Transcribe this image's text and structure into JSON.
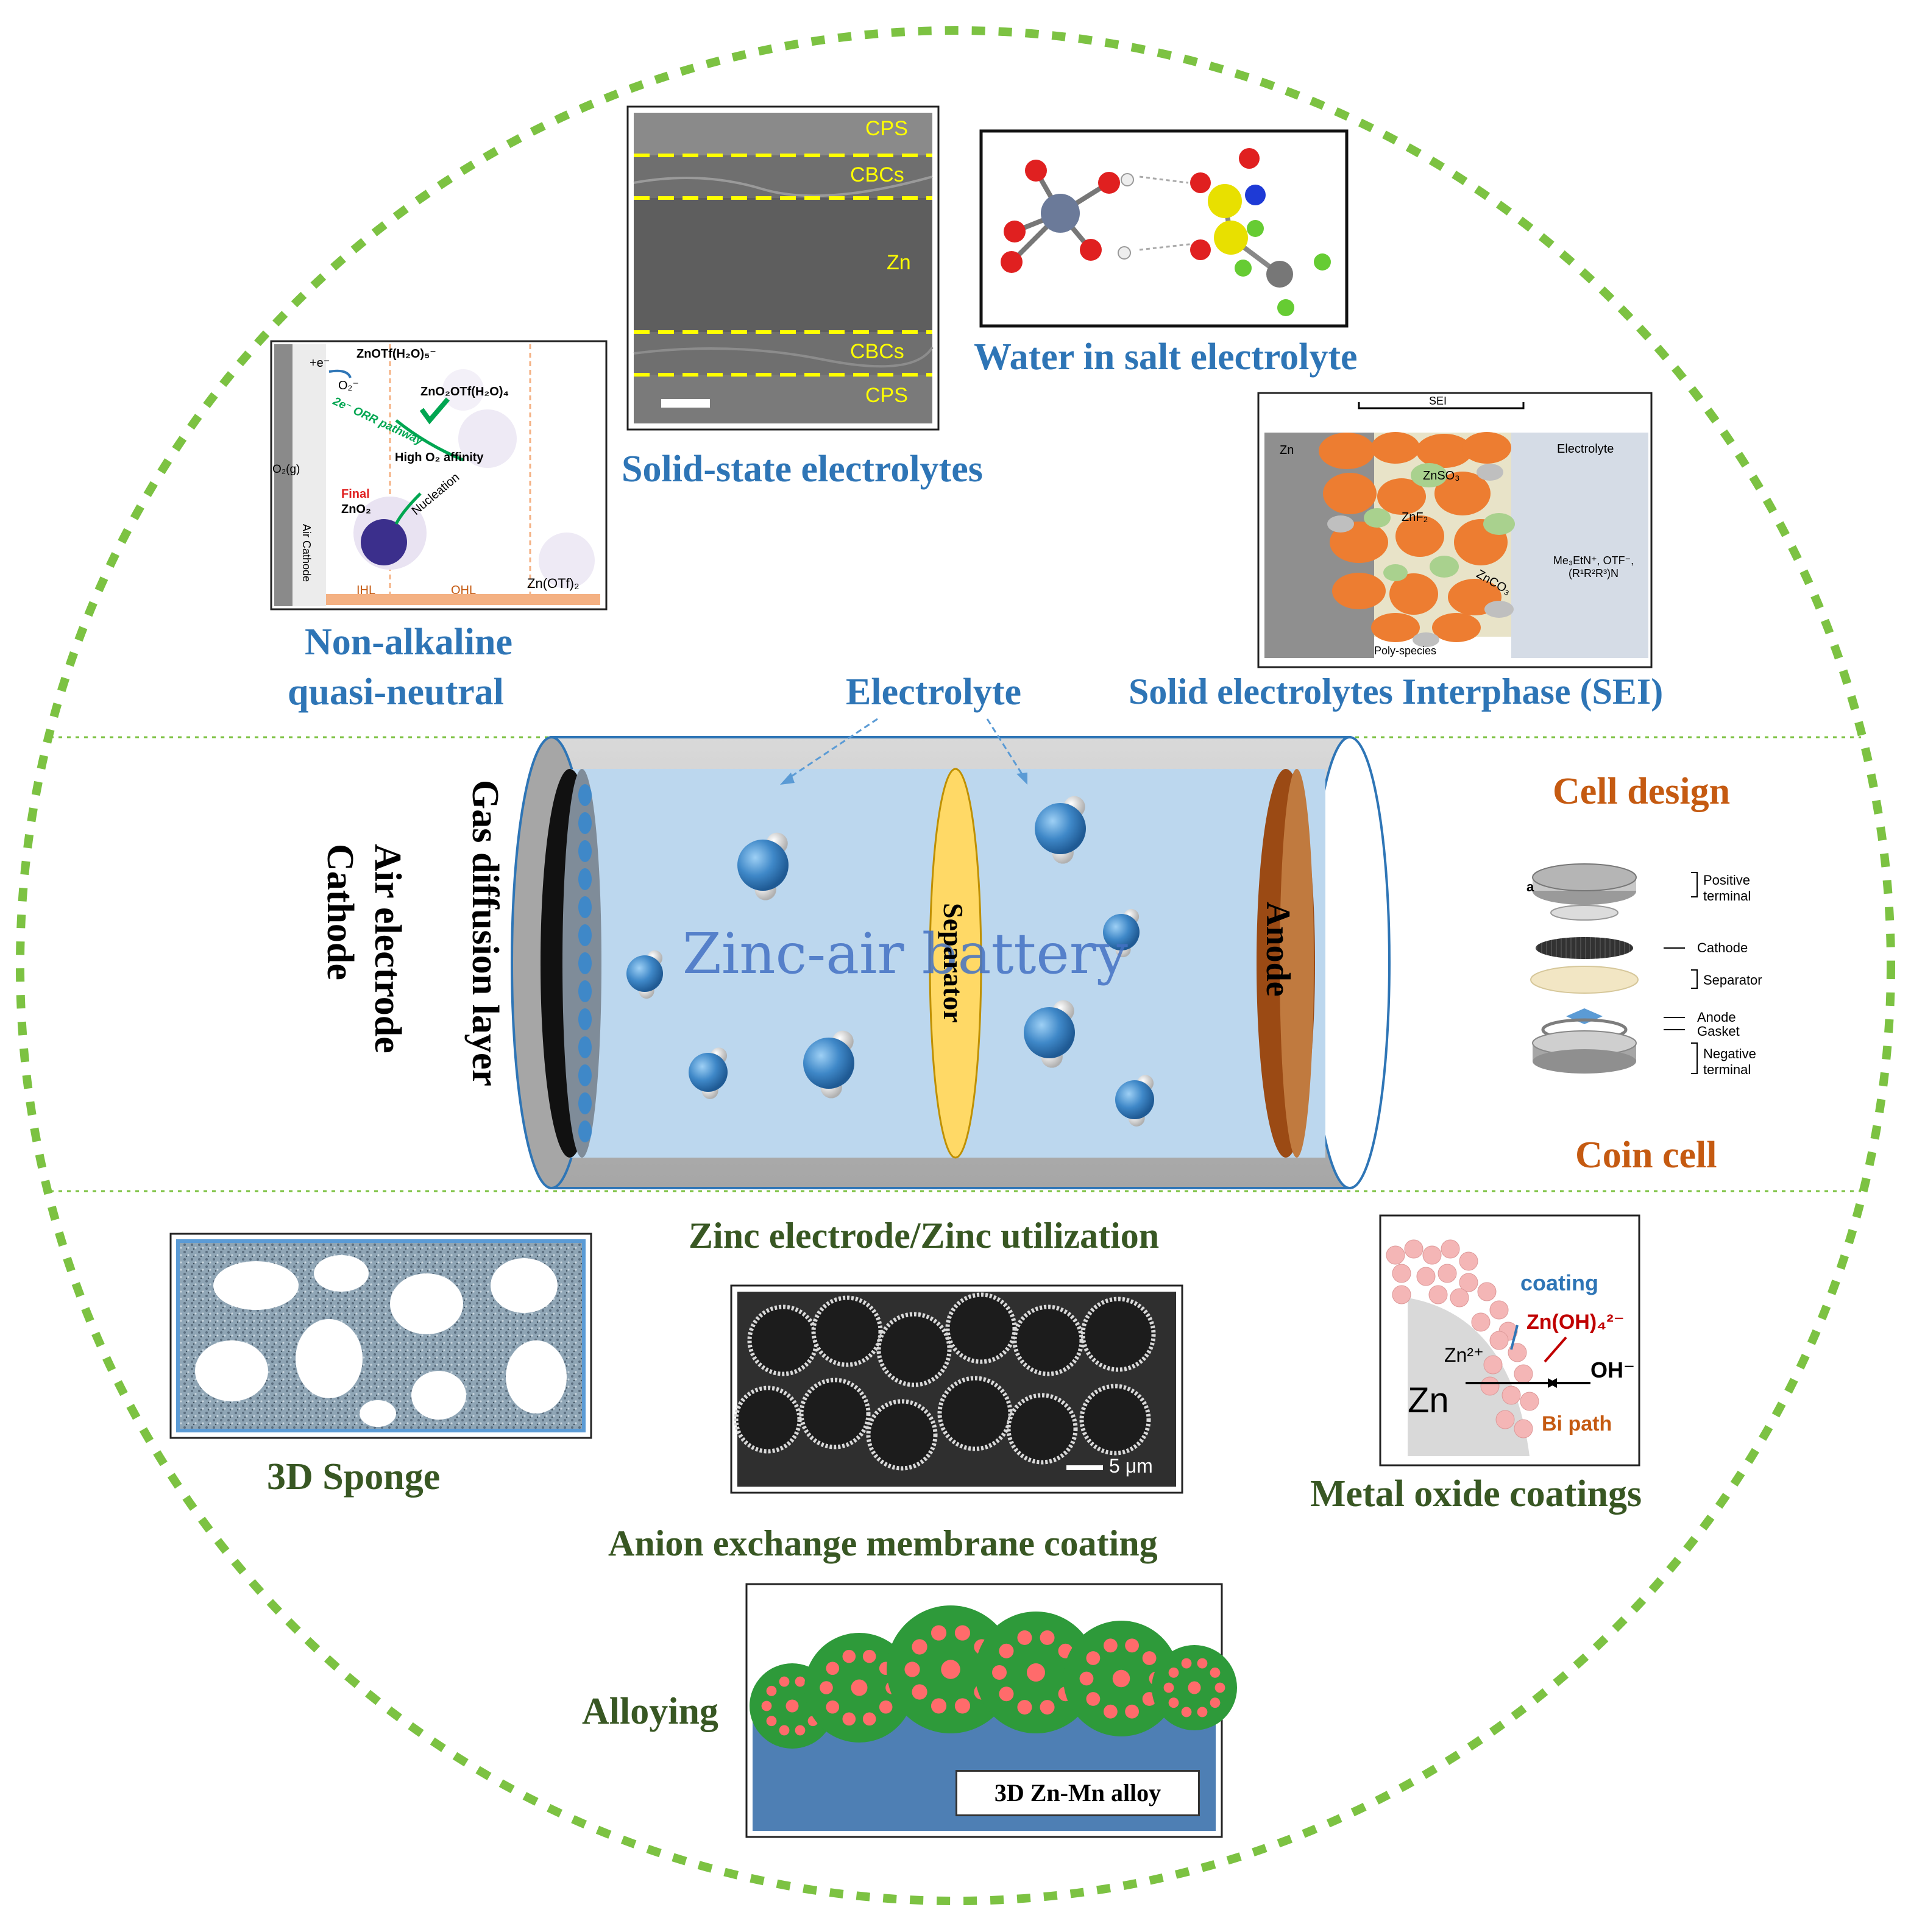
{
  "top": {
    "solid_state": {
      "label": "Solid-state electrolytes",
      "layers": [
        "CPS",
        "CBCs",
        "Zn",
        "CBCs",
        "CPS"
      ]
    },
    "water_in_salt": {
      "label": "Water in salt electrolyte"
    },
    "non_alkaline": {
      "label_line1": "Non-alkaline",
      "label_line2": "quasi-neutral",
      "inset": {
        "species_top": "ZnOTf(H₂O)₅⁻",
        "e_label": "+e⁻",
        "o2minus": "O₂⁻",
        "zno2otf": "ZnO₂OTf(H₂O)₄",
        "pathway": "2e⁻ ORR pathway",
        "affinity": "High O₂ affinity",
        "nucleation": "Nucleation",
        "final": "Final",
        "zno2": "ZnO₂",
        "o2g": "O₂(g)",
        "air_cathode": "Air Cathode",
        "ihl": "IHL",
        "ohl": "OHL",
        "znotf2": "Zn(OTf)₂"
      }
    },
    "sei": {
      "label": "Solid electrolytes Interphase (SEI)",
      "inset": {
        "sei": "SEI",
        "zn": "Zn",
        "electrolyte": "Electrolyte",
        "znso3": "ZnSO₃",
        "znf2": "ZnF₂",
        "znco3": "ZnCO₃",
        "species": "Me₃EtN⁺, OTF⁻, (R¹R²R³)N",
        "poly": "Poly-species"
      }
    },
    "electrolyte": {
      "label": "Electrolyte"
    }
  },
  "middle": {
    "battery_title": "Zinc-air battery",
    "separator": "Separator",
    "anode": "Anode",
    "gas_diffusion": "Gas diffusion layer",
    "air_electrode_line1": "Air electrode",
    "air_electrode_line2": "Cathode",
    "cell_design": "Cell design",
    "coin_cell": "Coin cell",
    "coin_parts": {
      "a": "a",
      "positive": "Positive terminal",
      "cathode": "Cathode",
      "separator": "Separator",
      "anode": "Anode",
      "gasket": "Gasket",
      "negative": "Negative terminal"
    }
  },
  "bottom": {
    "zinc_electrode": "Zinc electrode/Zinc utilization",
    "sponge": "3D Sponge",
    "membrane": "Anion exchange membrane coating",
    "scale": "5 μm",
    "metal_oxide": "Metal oxide coatings",
    "oxide_inset": {
      "coating": "coating",
      "znoh4": "Zn(OH)₄²⁻",
      "oh": "OH⁻",
      "zn2": "Zn²⁺",
      "zn": "Zn",
      "bi": "Bi path"
    },
    "alloying": "Alloying",
    "alloy_box": "3D Zn-Mn alloy"
  },
  "colors": {
    "ring": "#7cc242",
    "blue_label": "#2e75b6",
    "green_label": "#385723",
    "orange_label": "#c55a11",
    "electrolyte_fill": "#bcd7ee",
    "separator_fill": "#ffd966",
    "anode_fill": "#9b4a14"
  }
}
